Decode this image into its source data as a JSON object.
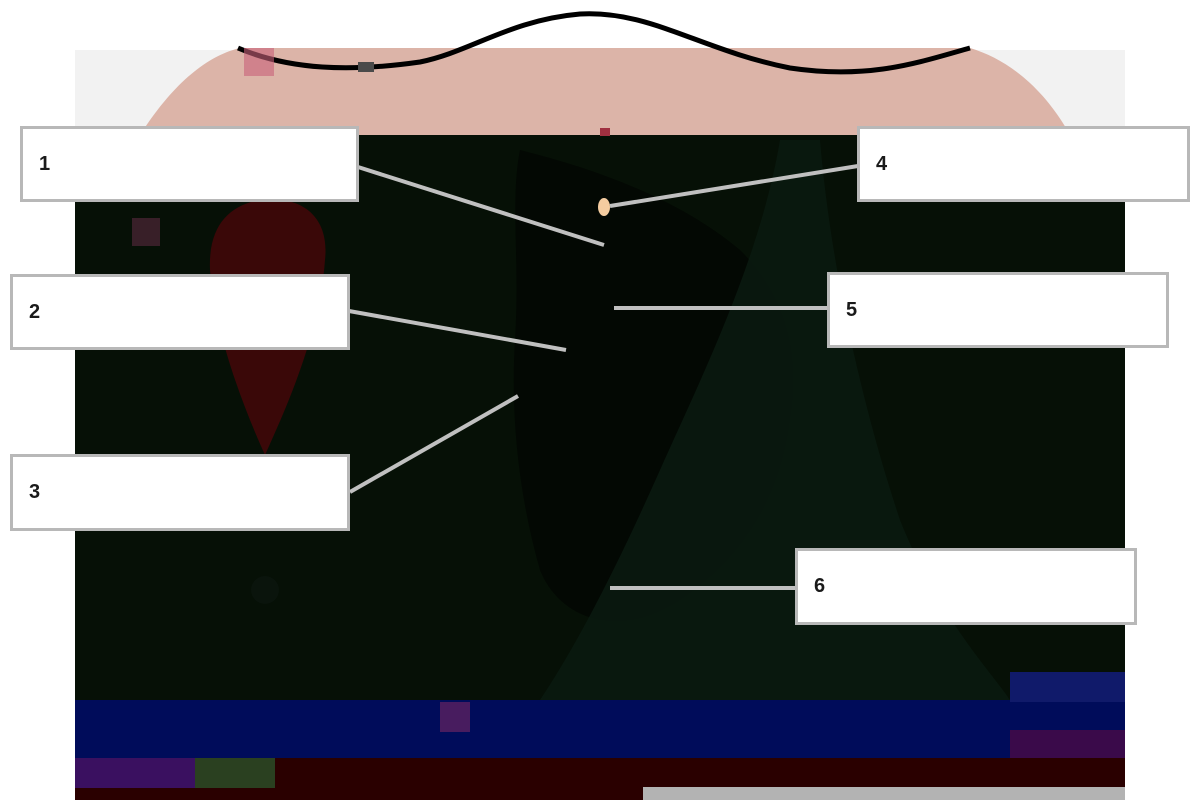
{
  "labels": [
    {
      "id": "1",
      "text": "1"
    },
    {
      "id": "2",
      "text": "2"
    },
    {
      "id": "3",
      "text": "3"
    },
    {
      "id": "4",
      "text": "4"
    },
    {
      "id": "5",
      "text": "5"
    },
    {
      "id": "6",
      "text": "6"
    }
  ],
  "colors": {
    "background": "#ffffff",
    "skin": "#dcb4a8",
    "dark_tissue": "#061006",
    "dark_band": "#08120a",
    "outline": "#000000",
    "bottom_band_blue": "#000c5a",
    "bottom_band_red": "#2a0000",
    "gray_strip": "#b3b3b3",
    "leader_lines": "#c0c0c0",
    "label_box_border": "#b8b8b8",
    "label_text": "#1a1a1a",
    "marker_dot": "#f4cca0",
    "muscle_red": "#3a0808"
  }
}
